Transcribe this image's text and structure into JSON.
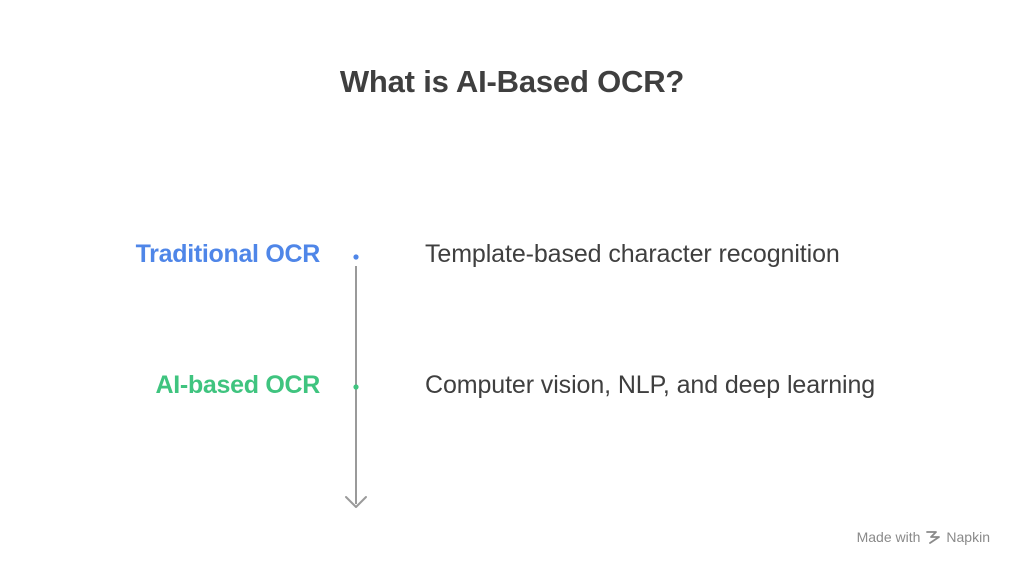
{
  "title": "What is AI-Based OCR?",
  "stages": [
    {
      "label": "Traditional OCR",
      "description": "Template-based character recognition",
      "color": "#4f86e8"
    },
    {
      "label": "AI-based OCR",
      "description": "Computer vision, NLP, and deep learning",
      "color": "#3fc47f"
    }
  ],
  "timeline_color": "#9a9a9a",
  "footer": {
    "prefix": "Made with",
    "icon": "napkin-logo-icon",
    "brand": "Napkin"
  }
}
